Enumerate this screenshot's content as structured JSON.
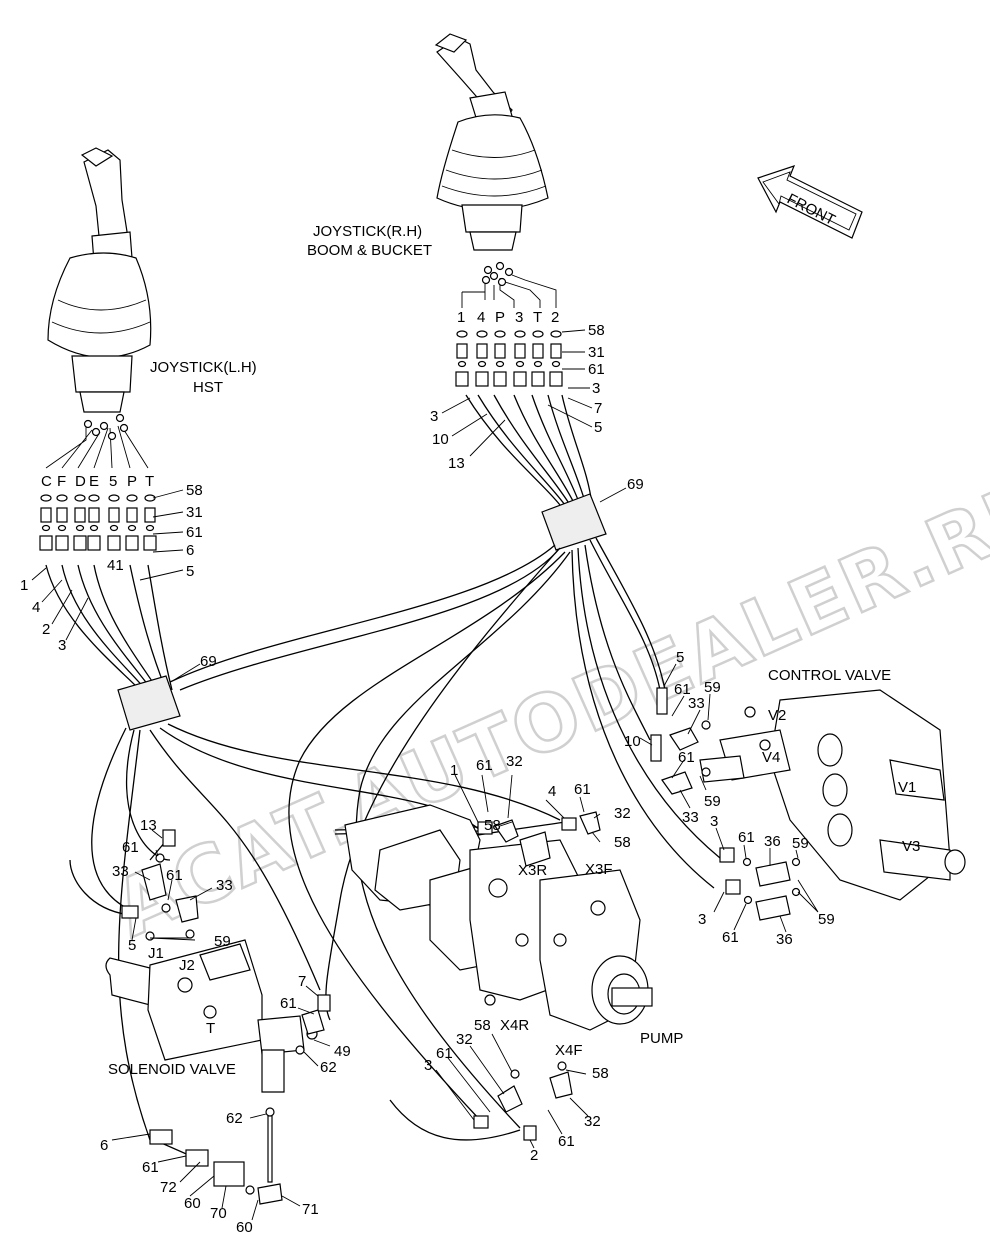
{
  "labels": {
    "joystick_rh": [
      "JOYSTICK(R.H)",
      "BOOM & BUCKET"
    ],
    "joystick_lh": [
      "JOYSTICK(L.H)",
      "HST"
    ],
    "control_valve": "CONTROL VALVE",
    "solenoid_valve": "SOLENOID VALVE",
    "pump": "PUMP",
    "front": "FRONT",
    "watermark": "ACAT.AUTODEALER.RU"
  },
  "rh_ports": [
    "1",
    "4",
    "P",
    "3",
    "T",
    "2"
  ],
  "lh_ports": [
    "C",
    "F",
    "D",
    "E",
    "5",
    "P",
    "T"
  ],
  "port_codes": [
    "V2",
    "V4",
    "V1",
    "V3",
    "X3R",
    "X3F",
    "X4R",
    "X4F",
    "J1",
    "J2",
    "T"
  ],
  "callouts": {
    "rh_right": [
      "58",
      "31",
      "61",
      "3",
      "7",
      "5"
    ],
    "rh_left": [
      "3",
      "10",
      "13"
    ],
    "lh_right": [
      "58",
      "31",
      "61",
      "6",
      "5"
    ],
    "lh_left": [
      "1",
      "4",
      "2",
      "3"
    ],
    "lh_mid": "41",
    "harness": [
      "69",
      "69"
    ],
    "cv_top": [
      "5",
      "61",
      "59",
      "33",
      "10",
      "61",
      "59",
      "33"
    ],
    "cv_bottom": [
      "3",
      "61",
      "36",
      "59",
      "3",
      "61",
      "36",
      "59"
    ],
    "pump_top": [
      "1",
      "61",
      "32",
      "58",
      "4",
      "61",
      "32",
      "58"
    ],
    "pump_bottom": [
      "3",
      "61",
      "32",
      "58",
      "58",
      "2",
      "61",
      "32"
    ],
    "left_side": [
      "13",
      "61",
      "33",
      "61",
      "33",
      "5",
      "59"
    ],
    "solenoid_side": [
      "7",
      "61",
      "49",
      "62",
      "62",
      "6",
      "61",
      "72",
      "60",
      "70",
      "60",
      "71"
    ]
  }
}
